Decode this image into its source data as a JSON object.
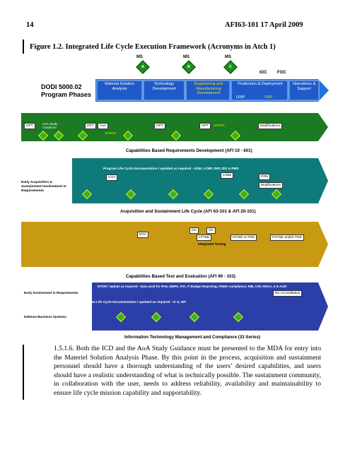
{
  "header": {
    "page_number": "14",
    "doc_id": "AFI63-101  17 April 2009"
  },
  "figure": {
    "title": "Figure 1.2.  Integrated Life Cycle Execution Framework (Acronyms in Atch 1)",
    "dodi_title": "DODI 5000.02",
    "dodi_subtitle": "Program Phases",
    "milestones": [
      {
        "label": "MS",
        "letter": "A"
      },
      {
        "label": "MS",
        "letter": "B"
      },
      {
        "label": "MS",
        "letter": "C"
      }
    ],
    "ioc": "IOC",
    "foc": "FOC",
    "phases": [
      "Material Solution Analysis",
      "Technology Development",
      "Engineering and Manufacturing Development",
      "Production & Deployment",
      "Operations & Support"
    ],
    "lrip": "LRIP",
    "frp": "FRP",
    "band1": {
      "items": [
        "HPT",
        "AoA Study Guidance",
        "HPT",
        "AoA",
        "AFROC",
        "HPT",
        "HPT",
        "AFROC",
        "Modifications"
      ],
      "title": "Capabilities Based Requirements Development (AFI 10 - 601)"
    },
    "band2": {
      "left_label": "Early Acquisition & Sustainment Involvement in Requirements",
      "items": [
        "Program Life Cycle Documentation / updated as required - ADM, LCMP, SEP, ISP, & PMD",
        "COA",
        "CSBs",
        "PIRs",
        "Modifications"
      ],
      "title": "Acquisition and Sustainment Life Cycle  (AFI 63-101 & AFI 20-101)"
    },
    "band3": {
      "items": [
        "EOA",
        "OA",
        "OA",
        "LFT&E",
        "IOT&E or FDE",
        "FOT&E and/or FDE",
        "Integrated Testing"
      ],
      "title": "Capabilities Based Test and Evaluation (AFI 99 - 103)"
    },
    "band4": {
      "left_label_1": "Early Involvement in Requirements",
      "left_label_2": "Defense Business Systems",
      "items": [
        "EITDR / Update as required - Data used for IPv6, 508PA, PIA, IT Budget Reporting, FISMA compliance, RIB, CSP, HDAA, & E-Auth",
        "Program Life Cycle Documentation / updated as required - IA S, ISP",
        "Re-Accreditation"
      ],
      "title": "Information Technology Management and Compliance (33 Series)"
    }
  },
  "paragraph": "1.5.1.6. Both the ICD and the AoA Study Guidance must be presented to the MDA for entry into the Materiel Solution Analysis Phase. By this point in the process, acquisition and sustainment personnel should have a thorough understanding of the users’ desired capabilities, and users should have a realistic understanding of what is technically possible. The sustainment community, in collaboration with the user, needs to address reliability, availability and maintainability to ensure life cycle mission capability and supportability.",
  "colors": {
    "phase_blue": "#1f5ac8",
    "band_green": "#1b7a22",
    "band_teal": "#0f7a7a",
    "band_gold": "#c89a14",
    "band_blue": "#2c3fa8",
    "arrow_blue": "#1e74e0"
  }
}
